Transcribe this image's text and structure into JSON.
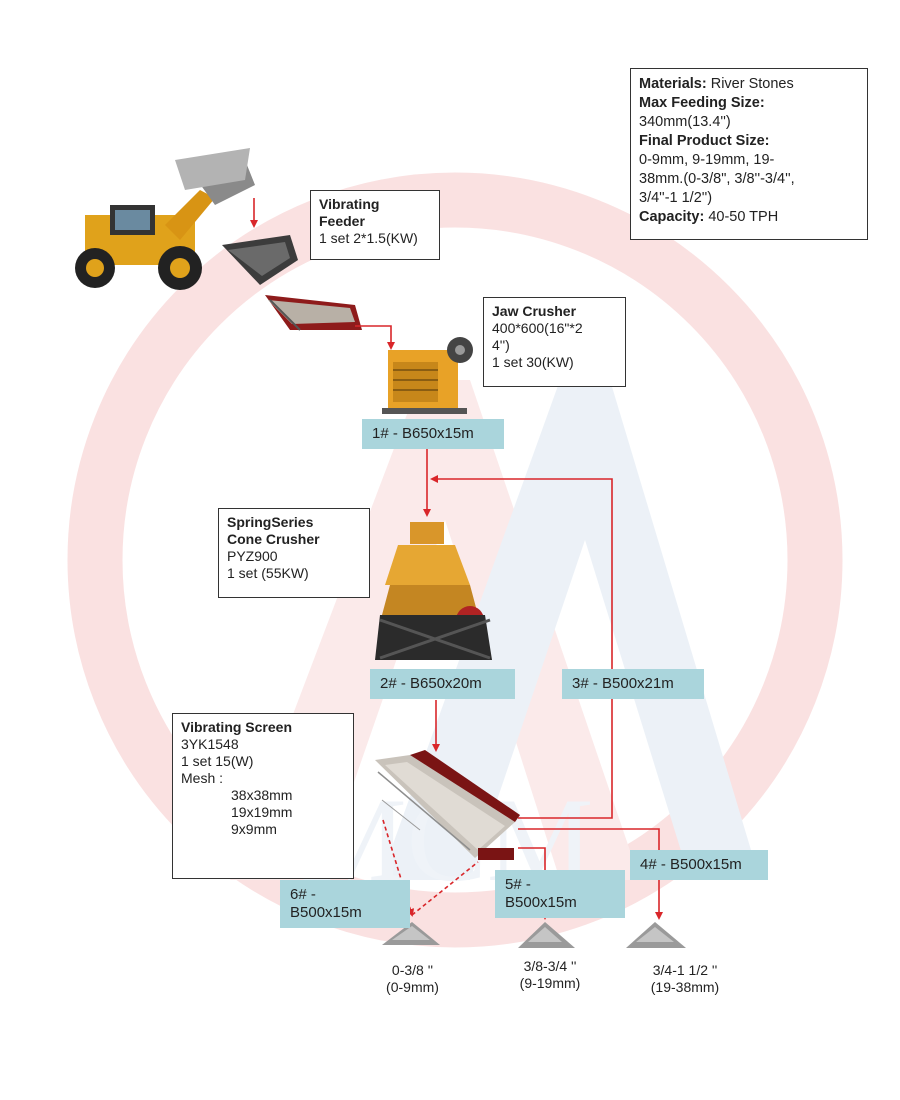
{
  "materials_box": {
    "materials_label": "Materials:",
    "materials_value": "River Stones",
    "max_feed_label": "Max Feeding Size:",
    "max_feed_value": "340mm(13.4'')",
    "final_size_label": "Final Product Size:",
    "final_size_line1": "0-9mm, 9-19mm, 19-",
    "final_size_line2": "38mm.(0-3/8\", 3/8''-3/4'',",
    "final_size_line3": "3/4''-1 1/2'')",
    "capacity_label": "Capacity:",
    "capacity_value": "40-50 TPH"
  },
  "vibrating_feeder": {
    "title_line1": "Vibrating",
    "title_line2": "Feeder",
    "spec": "1 set 2*1.5(KW)"
  },
  "jaw_crusher": {
    "title": "Jaw Crusher",
    "spec_line1": "400*600(16\"*2",
    "spec_line2": "4'')",
    "spec_line3": "1 set 30(KW)"
  },
  "cone_crusher": {
    "title_line1": "SpringSeries",
    "title_line2": "Cone Crusher",
    "model": "PYZ900",
    "spec": "1 set  (55KW)"
  },
  "vibrating_screen": {
    "title": "Vibrating Screen",
    "model": "3YK1548",
    "spec": "1 set  15(W)",
    "mesh_label": "Mesh :",
    "mesh": [
      "38x38mm",
      "19x19mm",
      "9x9mm"
    ]
  },
  "belts": {
    "b1": "1# - B650x15m",
    "b2": "2# - B650x20m",
    "b3": "3# - B500x21m",
    "b4": "4# - B500x15m",
    "b5_line1": "5# -",
    "b5_line2": "B500x15m",
    "b6_line1": "6# -",
    "b6_line2": "B500x15m"
  },
  "outputs": [
    {
      "line1": "0-3/8 ''",
      "line2": "(0-9mm)"
    },
    {
      "line1": "3/8-3/4 ''",
      "line2": "(9-19mm)"
    },
    {
      "line1": "3/4-1 1/2 ''",
      "line2": "(19-38mm)"
    }
  ],
  "colors": {
    "arrow": "#d9262a",
    "belt_bg": "#aad5dc",
    "watermark": "#f6d2d2"
  }
}
